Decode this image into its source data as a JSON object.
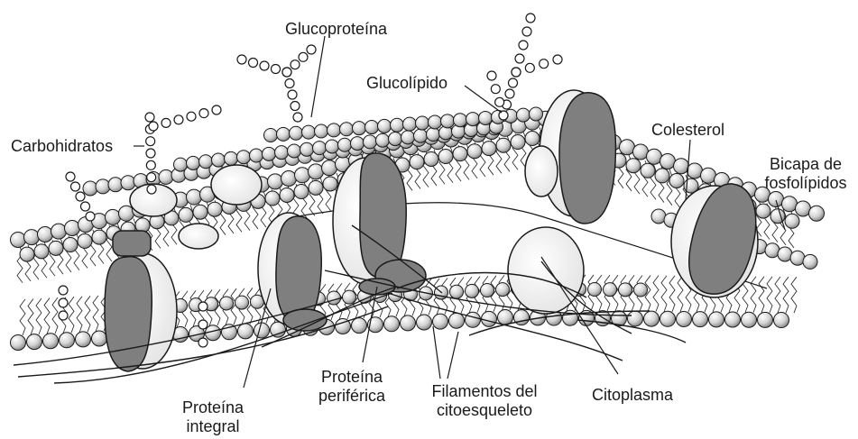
{
  "diagram": {
    "labels": {
      "glucoproteina": "Glucoproteína",
      "glucolipido": "Glucolípido",
      "carbohidratos": "Carbohidratos",
      "colesterol": "Colesterol",
      "bicapa": [
        "Bicapa de",
        "fosfolípidos"
      ],
      "proteina_integral": [
        "Proteína",
        "integral"
      ],
      "proteina_periferica": [
        "Proteína",
        "periférica"
      ],
      "filamentos": [
        "Filamentos del",
        "citoesqueleto"
      ],
      "citoplasma": "Citoplasma"
    }
  },
  "colors": {
    "protein": "#7f7f7f",
    "protein_light": "#ededed",
    "outline": "#1a1a1a",
    "head_fill": "#dcdcdc"
  }
}
